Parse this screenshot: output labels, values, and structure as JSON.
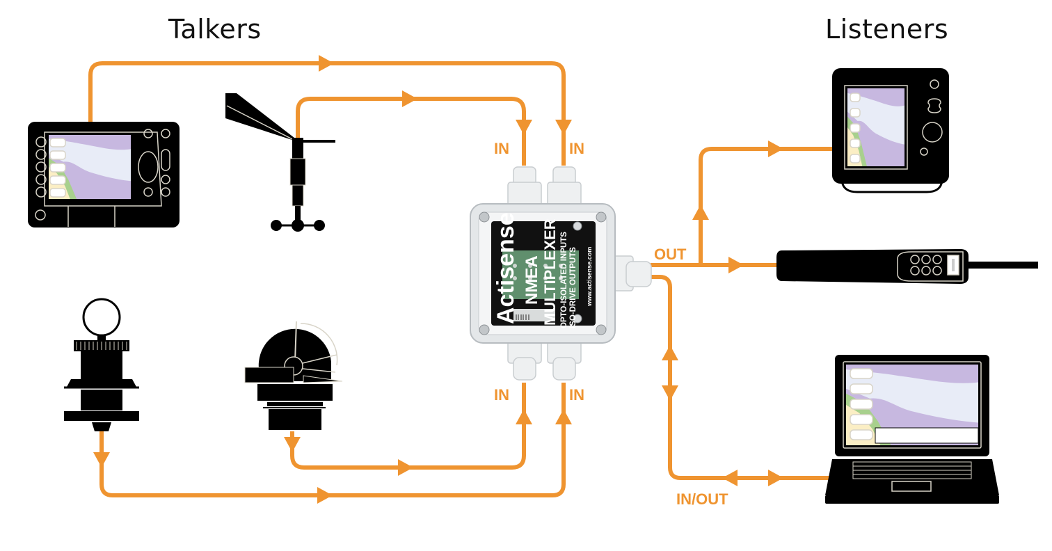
{
  "diagram": {
    "title_left": "Talkers",
    "title_right": "Listeners",
    "colors": {
      "connector": "#ef9430",
      "device": "#000000",
      "device_outline": "#d8d4c8",
      "chart_water": "#e8ecf7",
      "chart_land": "#c7b8e0",
      "chart_green": "#a8d08d",
      "chart_sand": "#fbeec4"
    },
    "hub": {
      "brand": "Actisense",
      "product_line1": "NMEA",
      "product_line2": "MULTIPLEXER",
      "spec_line1": "OPTO-ISOLATED INPUTS",
      "spec_line2": "ISO-DRIVE OUTPUTS",
      "website": "www.actisense.com"
    },
    "port_labels": {
      "in_top_left": "IN",
      "in_top_right": "IN",
      "in_bottom_left": "IN",
      "in_bottom_right": "IN",
      "out": "OUT",
      "in_out": "IN/OUT"
    },
    "talkers": [
      {
        "id": "chartplotter",
        "name": "Chart plotter"
      },
      {
        "id": "wind-sensor",
        "name": "Wind vane / anemometer"
      },
      {
        "id": "depth-transducer",
        "name": "Through-hull transducer"
      },
      {
        "id": "compass",
        "name": "Fluxgate compass"
      }
    ],
    "listeners": [
      {
        "id": "display",
        "name": "Chart display"
      },
      {
        "id": "vhf-handset",
        "name": "VHF handset"
      },
      {
        "id": "laptop",
        "name": "Laptop PC"
      }
    ],
    "connections": [
      {
        "from": "chartplotter",
        "to": "hub",
        "port": "IN",
        "direction": "to-hub"
      },
      {
        "from": "wind-sensor",
        "to": "hub",
        "port": "IN",
        "direction": "to-hub"
      },
      {
        "from": "compass",
        "to": "hub",
        "port": "IN",
        "direction": "to-hub"
      },
      {
        "from": "depth-transducer",
        "to": "hub",
        "port": "IN",
        "direction": "to-hub"
      },
      {
        "from": "hub",
        "to": "display",
        "port": "OUT",
        "direction": "from-hub"
      },
      {
        "from": "hub",
        "to": "vhf-handset",
        "port": "OUT",
        "direction": "from-hub"
      },
      {
        "from": "hub",
        "to": "laptop",
        "port": "IN/OUT",
        "direction": "bidirectional"
      }
    ]
  }
}
